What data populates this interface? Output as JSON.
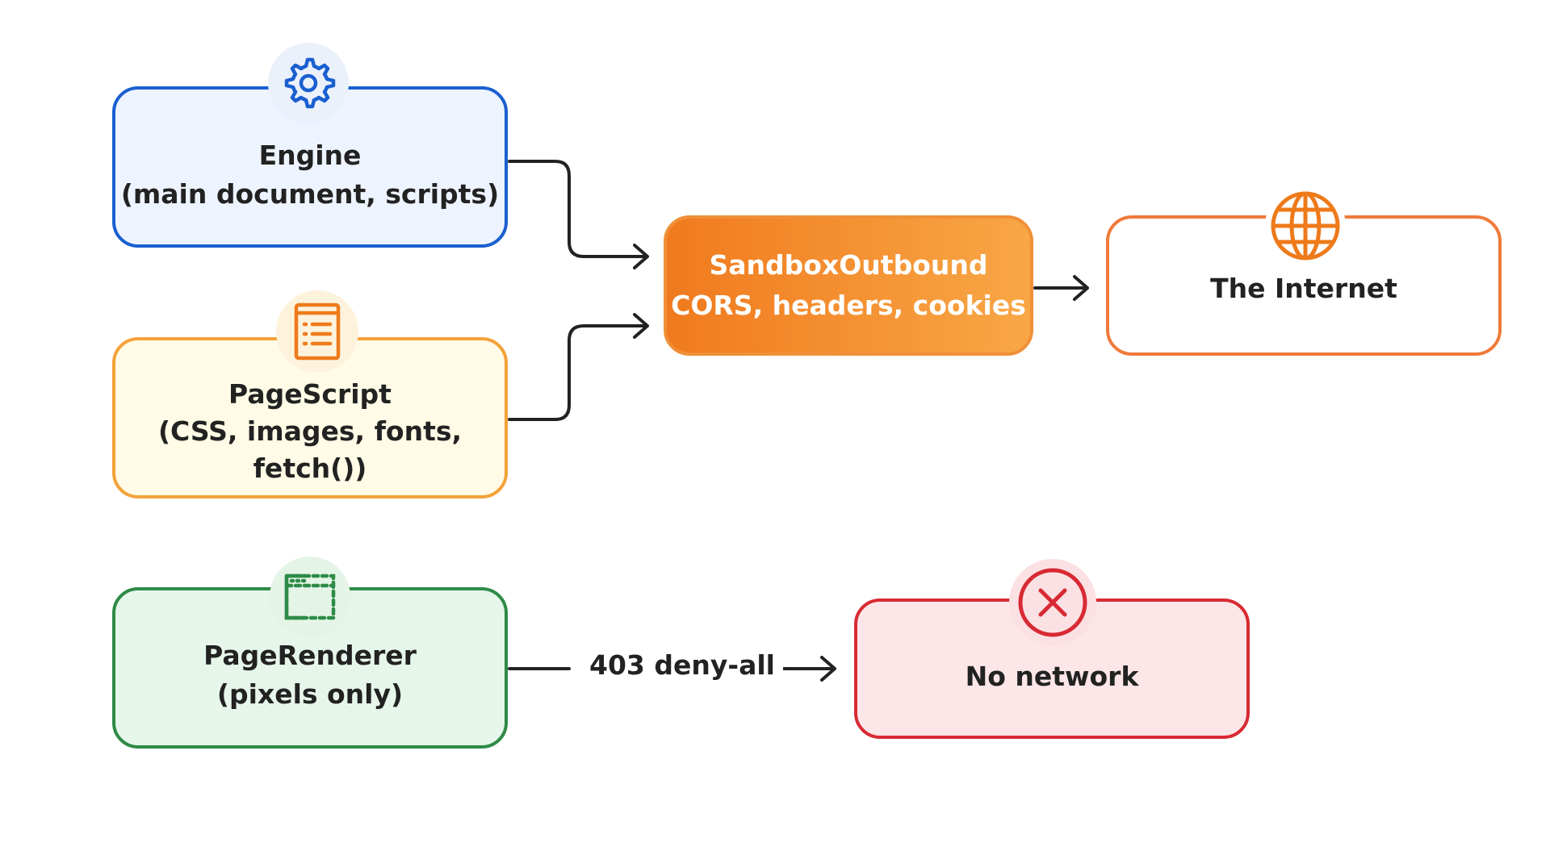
{
  "nodes": {
    "engine": {
      "title": "Engine",
      "subtitle": "(main document, scripts)",
      "icon": "gear-icon",
      "color": "#1a5fd0"
    },
    "pagescript": {
      "title": "PageScript",
      "subtitle_line1": "(CSS, images, fonts,",
      "subtitle_line2": "fetch())",
      "icon": "document-list-icon",
      "color": "#f3a23a"
    },
    "renderer": {
      "title": "PageRenderer",
      "subtitle": "(pixels only)",
      "icon": "browser-window-icon",
      "color": "#2e8b46"
    },
    "sandbox": {
      "title": "SandboxOutbound",
      "subtitle": "CORS, headers, cookies",
      "color": "#f07a1e"
    },
    "internet": {
      "title": "The Internet",
      "icon": "globe-icon",
      "color": "#f07a3a"
    },
    "nonet": {
      "title": "No network",
      "icon": "x-circle-icon",
      "color": "#d82a34"
    }
  },
  "edges": {
    "renderer_to_nonet": {
      "label": "403 deny-all"
    }
  }
}
